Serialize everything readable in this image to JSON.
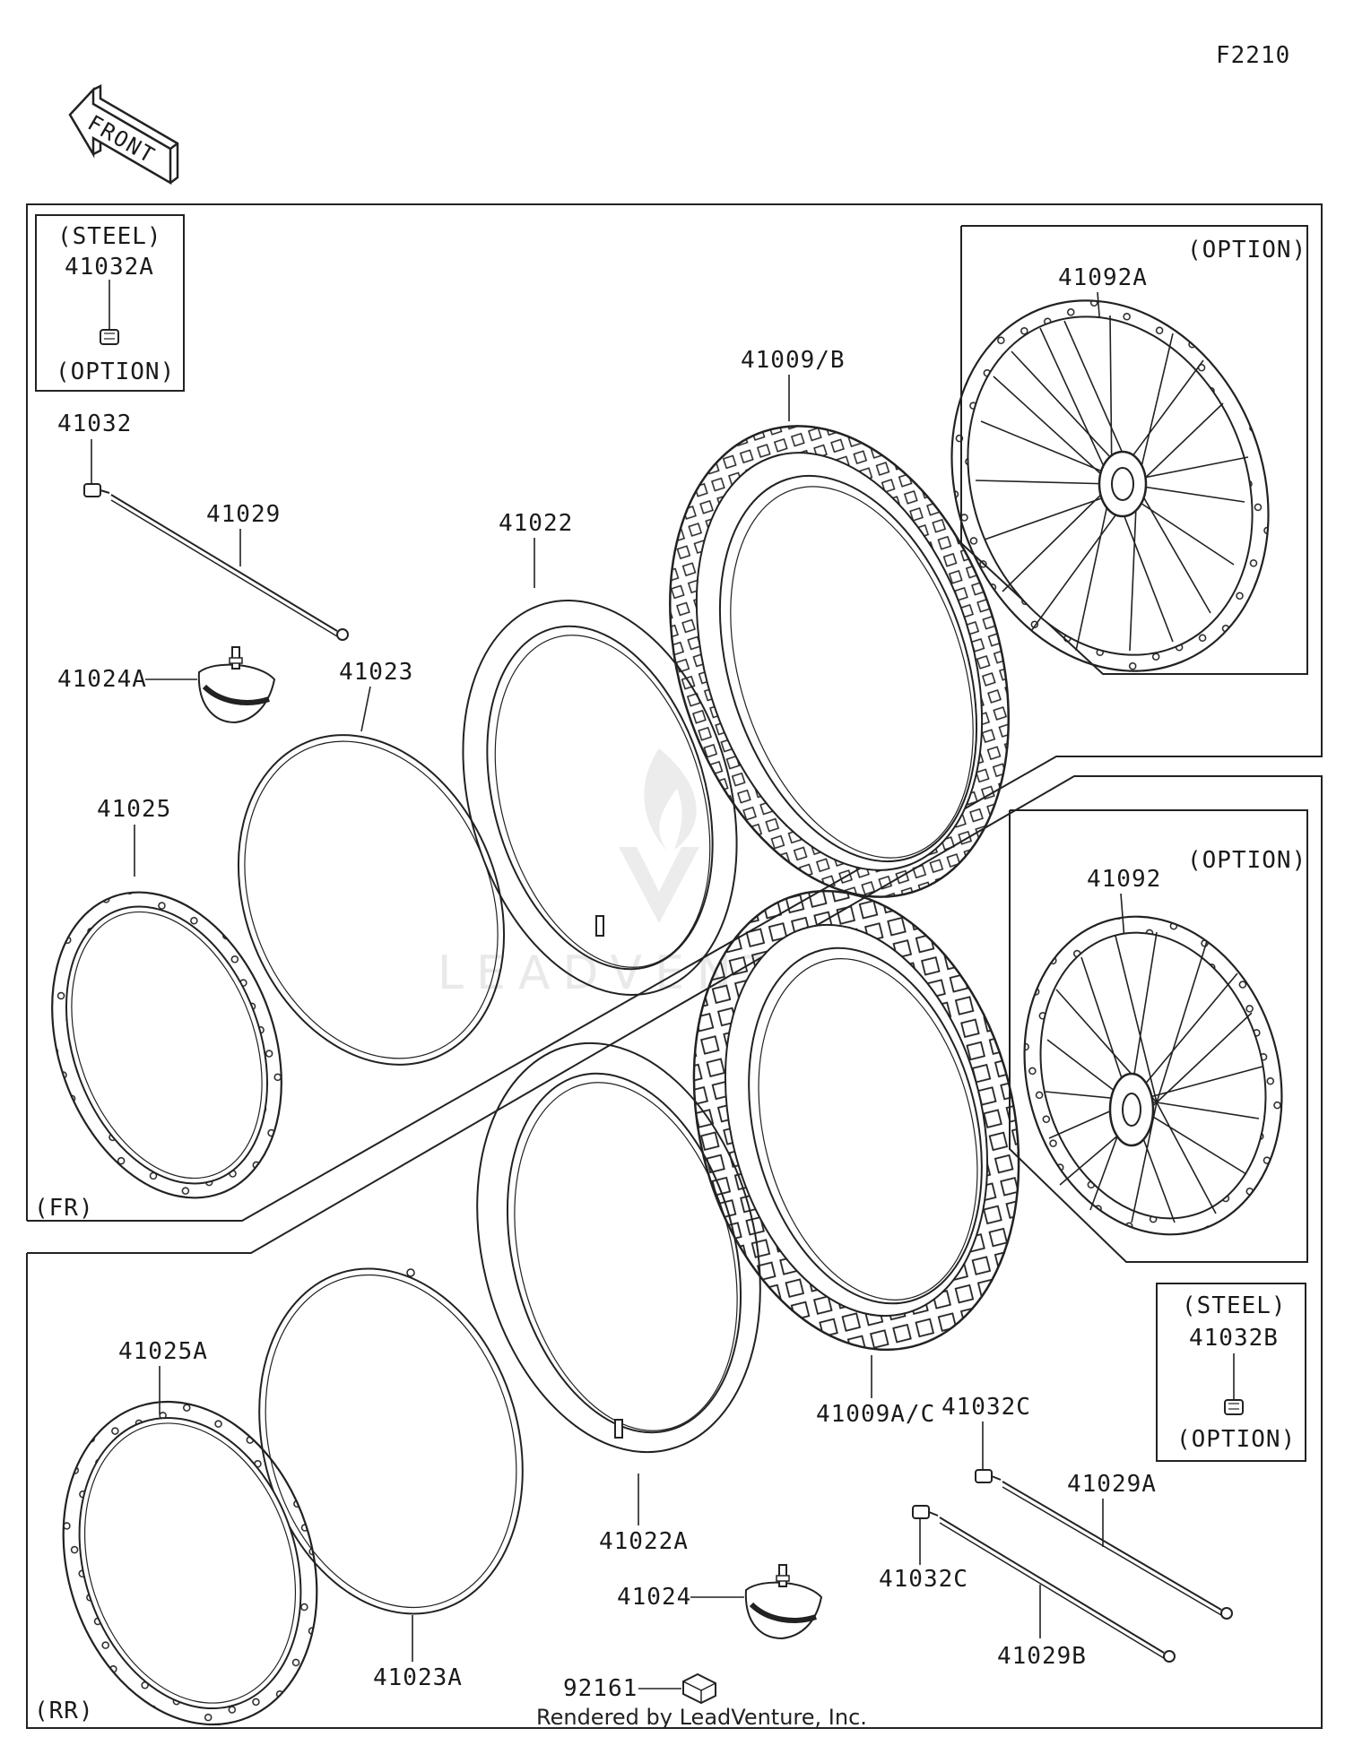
{
  "figure_code": "F2210",
  "front_arrow": "FRONT",
  "sections": {
    "front": "(FR)",
    "rear": "(RR)"
  },
  "notes": {
    "steel": "(STEEL)",
    "option": "(OPTION)"
  },
  "parts": {
    "p41032A": "41032A",
    "p41032": "41032",
    "p41029": "41029",
    "p41022": "41022",
    "p41009B": "41009/B",
    "p41092A": "41092A",
    "p41024A": "41024A",
    "p41023": "41023",
    "p41025": "41025",
    "p41092": "41092",
    "p41025A": "41025A",
    "p41022A": "41022A",
    "p41009AC": "41009A/C",
    "p41032C_top": "41032C",
    "p41032B": "41032B",
    "p41029A": "41029A",
    "p41032C_bottom": "41032C",
    "p41024": "41024",
    "p92161": "92161",
    "p41023A": "41023A",
    "p41029B": "41029B"
  },
  "watermark": "LEADVENTURE",
  "footer": "Rendered by LeadVenture, Inc."
}
